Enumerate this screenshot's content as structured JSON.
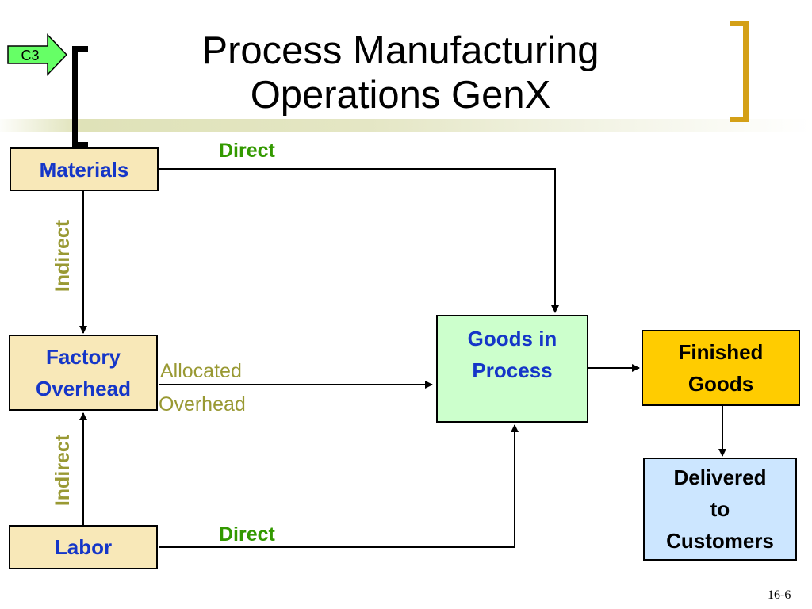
{
  "slide": {
    "title_line1": "Process Manufacturing",
    "title_line2": "Operations GenX",
    "objective_tag": "C3",
    "page_number": "16-6"
  },
  "nodes": {
    "materials": "Materials",
    "factory_overhead_line1": "Factory",
    "factory_overhead_line2": "Overhead",
    "labor": "Labor",
    "goods_in_process_line1": "Goods in",
    "goods_in_process_line2": "Process",
    "finished_goods_line1": "Finished",
    "finished_goods_line2": "Goods",
    "delivered_line1": "Delivered",
    "delivered_line2": "to",
    "delivered_line3": "Customers"
  },
  "edge_labels": {
    "materials_direct": "Direct",
    "materials_indirect": "Indirect",
    "labor_indirect": "Indirect",
    "labor_direct": "Direct",
    "allocated_line1": "Allocated",
    "allocated_line2": "Overhead"
  },
  "colors": {
    "node_fill": "#f8e8b8",
    "goods_in_process_fill": "#ccffcc",
    "finished_goods_fill": "#ffcc00",
    "delivered_fill": "#cce6ff",
    "node_text_blue": "#1536c8",
    "label_green": "#339900",
    "label_olive": "#999933",
    "bracket_gold": "#d4a017"
  }
}
